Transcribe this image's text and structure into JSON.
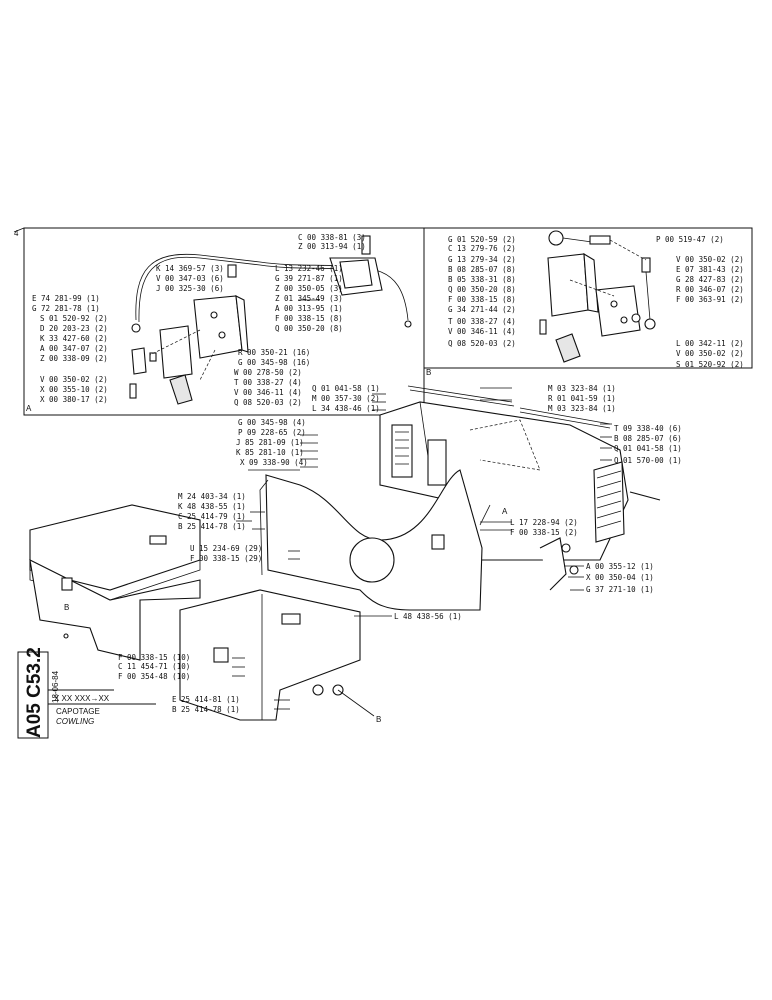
{
  "panel_left": {
    "corner_mark": "4",
    "panel_label": "A",
    "labels": [
      "C 00 338-81 (3)",
      "Z 00 313-94 (1)",
      "K 14 369-57 (3)",
      "V 00 347-03 (6)",
      "J 00 325-30 (6)",
      "L 13 232-46 (1)",
      "G 39 271-87 (1)",
      "Z 00 350-05 (3)",
      "Z 01 345-49 (3)",
      "A 00 313-95 (1)",
      "F 00 338-15 (8)",
      "Q 00 350-20 (8)",
      "E 74 281-99 (1)",
      "G 72 281-78 (1)",
      "S 01 520-92 (2)",
      "D 20 203-23 (2)",
      "K 33 427-60 (2)",
      "A 00 347-07 (2)",
      "Z 00 338-09 (2)",
      "V 00 350-02 (2)",
      "X 00 355-10 (2)",
      "X 00 380-17 (2)",
      "R 00 350-21 (16)",
      "G 00 345-98 (16)",
      "W 00 278-50 (2)",
      "T 00 338-27 (4)",
      "V 00 346-11 (4)",
      "Q 08 520-03 (2)"
    ]
  },
  "panel_right": {
    "panel_label": "B",
    "labels": [
      "G 01 520-59 (2)",
      "C 13 279-76 (2)",
      "G 13 279-34 (2)",
      "B 08 285-07 (8)",
      "B 05 338-31 (8)",
      "Q 00 350-20 (8)",
      "F 00 338-15 (8)",
      "G 34 271-44 (2)",
      "T 00 338-27 (4)",
      "V 00 346-11 (4)",
      "Q 08 520-03 (2)",
      "P 00 519-47 (2)",
      "V 00 350-02 (2)",
      "E 07 381-43 (2)",
      "G 28 427-83 (2)",
      "R 00 346-07 (2)",
      "F 00 363-91 (2)",
      "L 00 342-11 (2)",
      "V 00 350-02 (2)",
      "S 01 520-92 (2)"
    ]
  },
  "main": {
    "labels": [
      "Q 01 041-58 (1)",
      "M 00 357-30 (2)",
      "L 34 438-46 (1)",
      "M 03 323-84 (1)",
      "R 01 041-59 (1)",
      "M 03 323-84 (1)",
      "G 00 345-98 (4)",
      "P 09 228-65 (2)",
      "J 85 281-09 (1)",
      "K 85 281-10 (1)",
      "X 09 338-90 (4)",
      "T 09 338-40 (6)",
      "B 08 285-07 (6)",
      "Q 01 041-58 (1)",
      "Q 01 570-00 (1)",
      "M 24 403-34 (1)",
      "K 48 438-55 (1)",
      "C 25 414-79 (1)",
      "B 25 414-78 (1)",
      "U 15 234-69 (29)",
      "F 00 338-15 (29)",
      "L 17 228-94 (2)",
      "F 00 338-15 (2)",
      "A 00 355-12 (1)",
      "X 00 350-04 (1)",
      "G 37 271-10 (1)",
      "L 48 438-56 (1)",
      "F 00 338-15 (10)",
      "C 11 454-71 (10)",
      "F 00 354-48 (10)",
      "E 25 414-81 (1)",
      "B 25 414-78 (1)"
    ],
    "ref_a": "A",
    "ref_b": "B"
  },
  "title_block": {
    "code": "A05 C53.2",
    "date": "18-06-84",
    "serial": "X XX XXX→XX",
    "title": "CAPOTAGE",
    "subtitle": "COWLING"
  }
}
